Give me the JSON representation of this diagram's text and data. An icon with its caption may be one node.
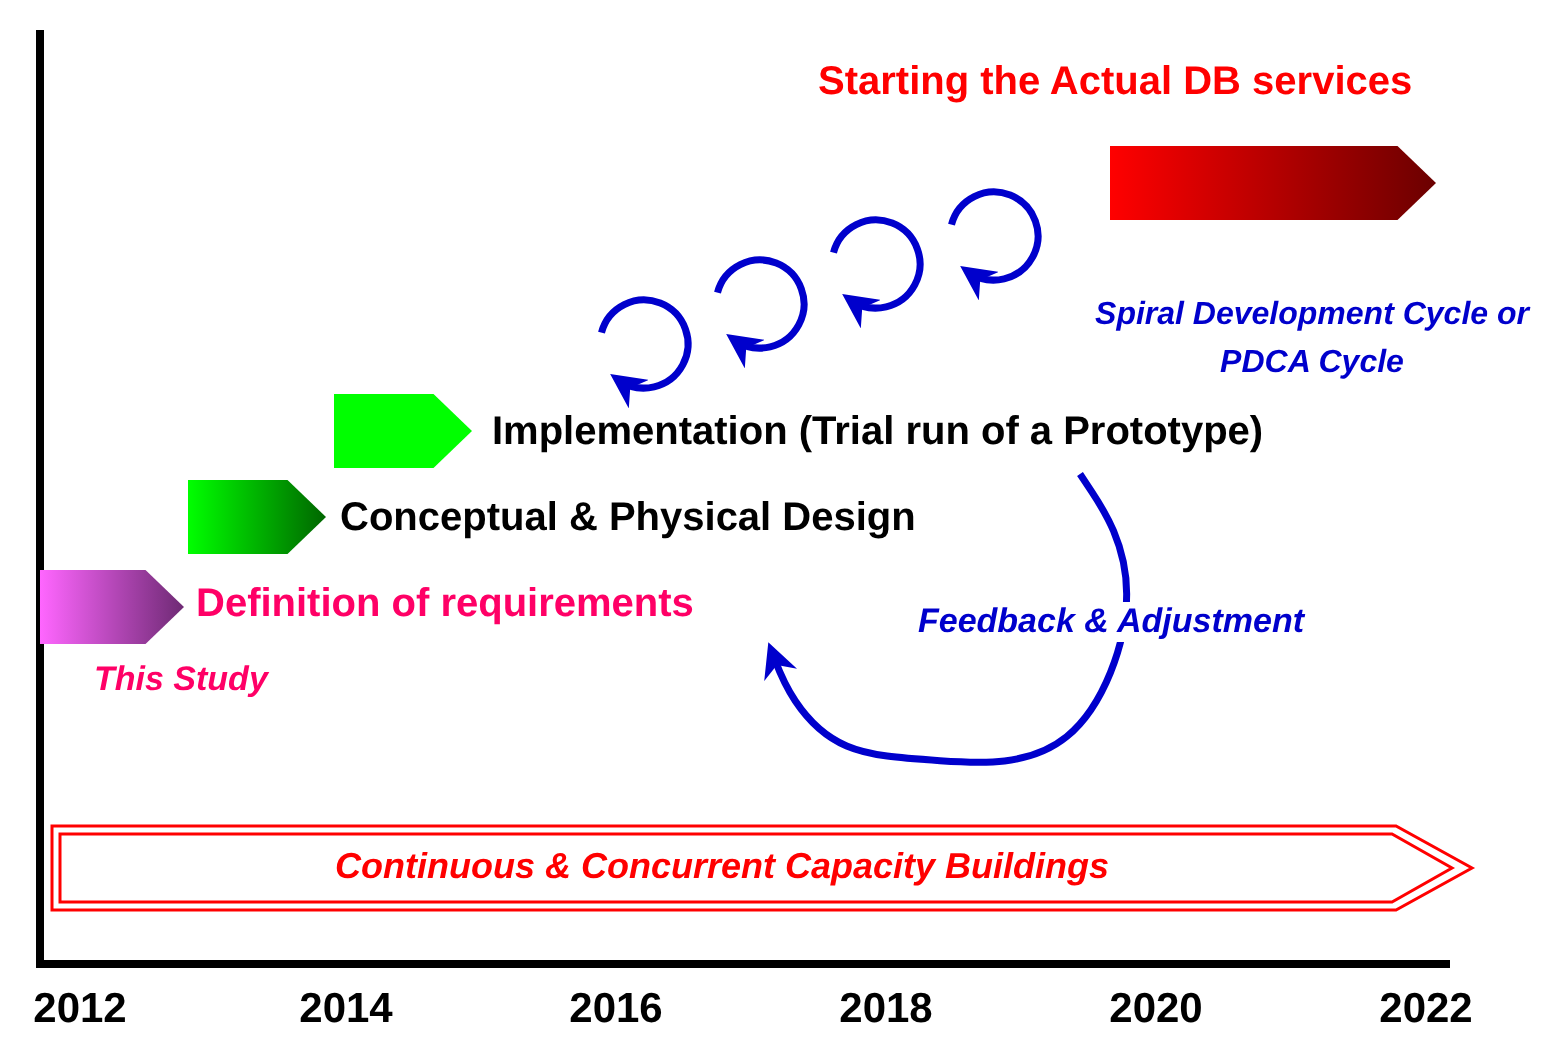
{
  "diagram": {
    "nodes": [
      {
        "text": [
          "Definition of requirements"
        ],
        "beside": [
          "This Study"
        ]
      },
      {
        "text": [
          "Conceptual & Physical Design"
        ]
      },
      {
        "text": [
          "Implementation (Trial run of a Prototype)"
        ]
      },
      {
        "text": [
          "Starting the Actual DB services"
        ]
      },
      {
        "text": [
          "Continuous & Concurrent Capacity Buildings"
        ]
      }
    ],
    "edges": [
      {
        "from": 2,
        "to": 0,
        "arrow": "to",
        "label": "Feedback & Adjustment"
      }
    ],
    "labels": [
      "Spiral Development Cycle or PDCA Cycle",
      "2012",
      "2014",
      "2016",
      "2018",
      "2020",
      "2022"
    ]
  }
}
